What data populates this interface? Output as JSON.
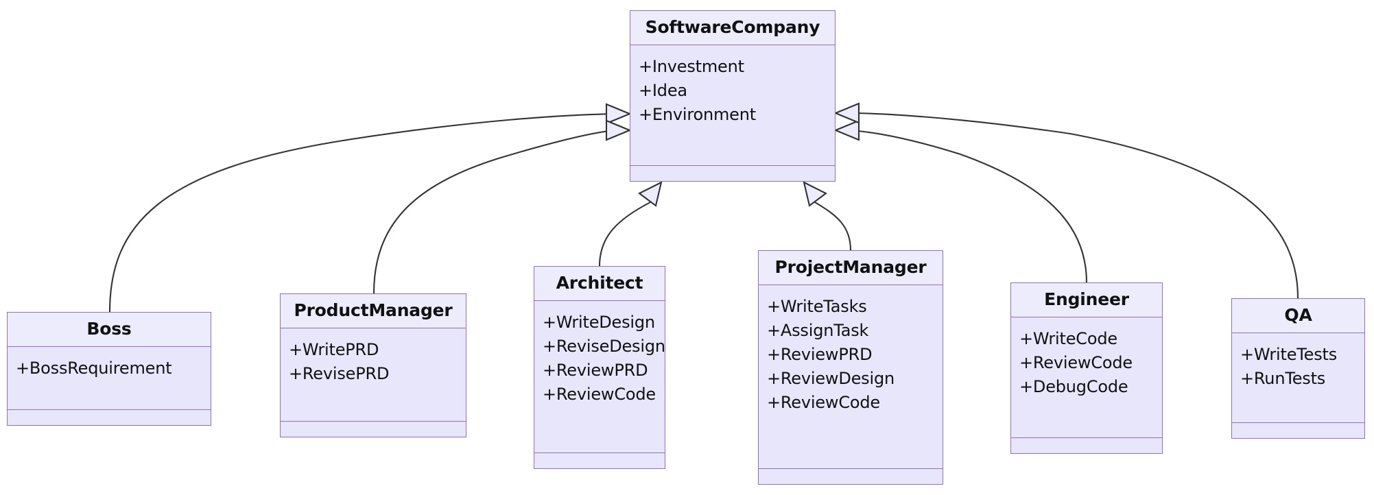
{
  "diagram": {
    "type": "uml-class-diagram",
    "title": "",
    "relationship_kind": "inheritance",
    "colors": {
      "class_fill": "#ececfc",
      "class_member_fill": "#e8e6fb",
      "class_border": "#9370c8",
      "text": "#111111",
      "edge": "#333333",
      "background": "#ffffff"
    }
  },
  "classes": [
    {
      "id": "software-company",
      "name": "SoftwareCompany",
      "members": [
        "+Investment",
        "+Idea",
        "+Environment"
      ],
      "methods": []
    },
    {
      "id": "boss",
      "name": "Boss",
      "members": [
        "+BossRequirement"
      ],
      "methods": []
    },
    {
      "id": "product-manager",
      "name": "ProductManager",
      "members": [
        "+WritePRD",
        "+RevisePRD"
      ],
      "methods": []
    },
    {
      "id": "architect",
      "name": "Architect",
      "members": [
        "+WriteDesign",
        "+ReviseDesign",
        "+ReviewPRD",
        "+ReviewCode"
      ],
      "methods": []
    },
    {
      "id": "project-manager",
      "name": "ProjectManager",
      "members": [
        "+WriteTasks",
        "+AssignTask",
        "+ReviewPRD",
        "+ReviewDesign",
        "+ReviewCode"
      ],
      "methods": []
    },
    {
      "id": "engineer",
      "name": "Engineer",
      "members": [
        "+WriteCode",
        "+ReviewCode",
        "+DebugCode"
      ],
      "methods": []
    },
    {
      "id": "qa",
      "name": "QA",
      "members": [
        "+WriteTests",
        "+RunTests"
      ],
      "methods": []
    }
  ],
  "relationships": [
    {
      "from": "boss",
      "to": "software-company",
      "kind": "inheritance"
    },
    {
      "from": "product-manager",
      "to": "software-company",
      "kind": "inheritance"
    },
    {
      "from": "architect",
      "to": "software-company",
      "kind": "inheritance"
    },
    {
      "from": "project-manager",
      "to": "software-company",
      "kind": "inheritance"
    },
    {
      "from": "engineer",
      "to": "software-company",
      "kind": "inheritance"
    },
    {
      "from": "qa",
      "to": "software-company",
      "kind": "inheritance"
    }
  ]
}
